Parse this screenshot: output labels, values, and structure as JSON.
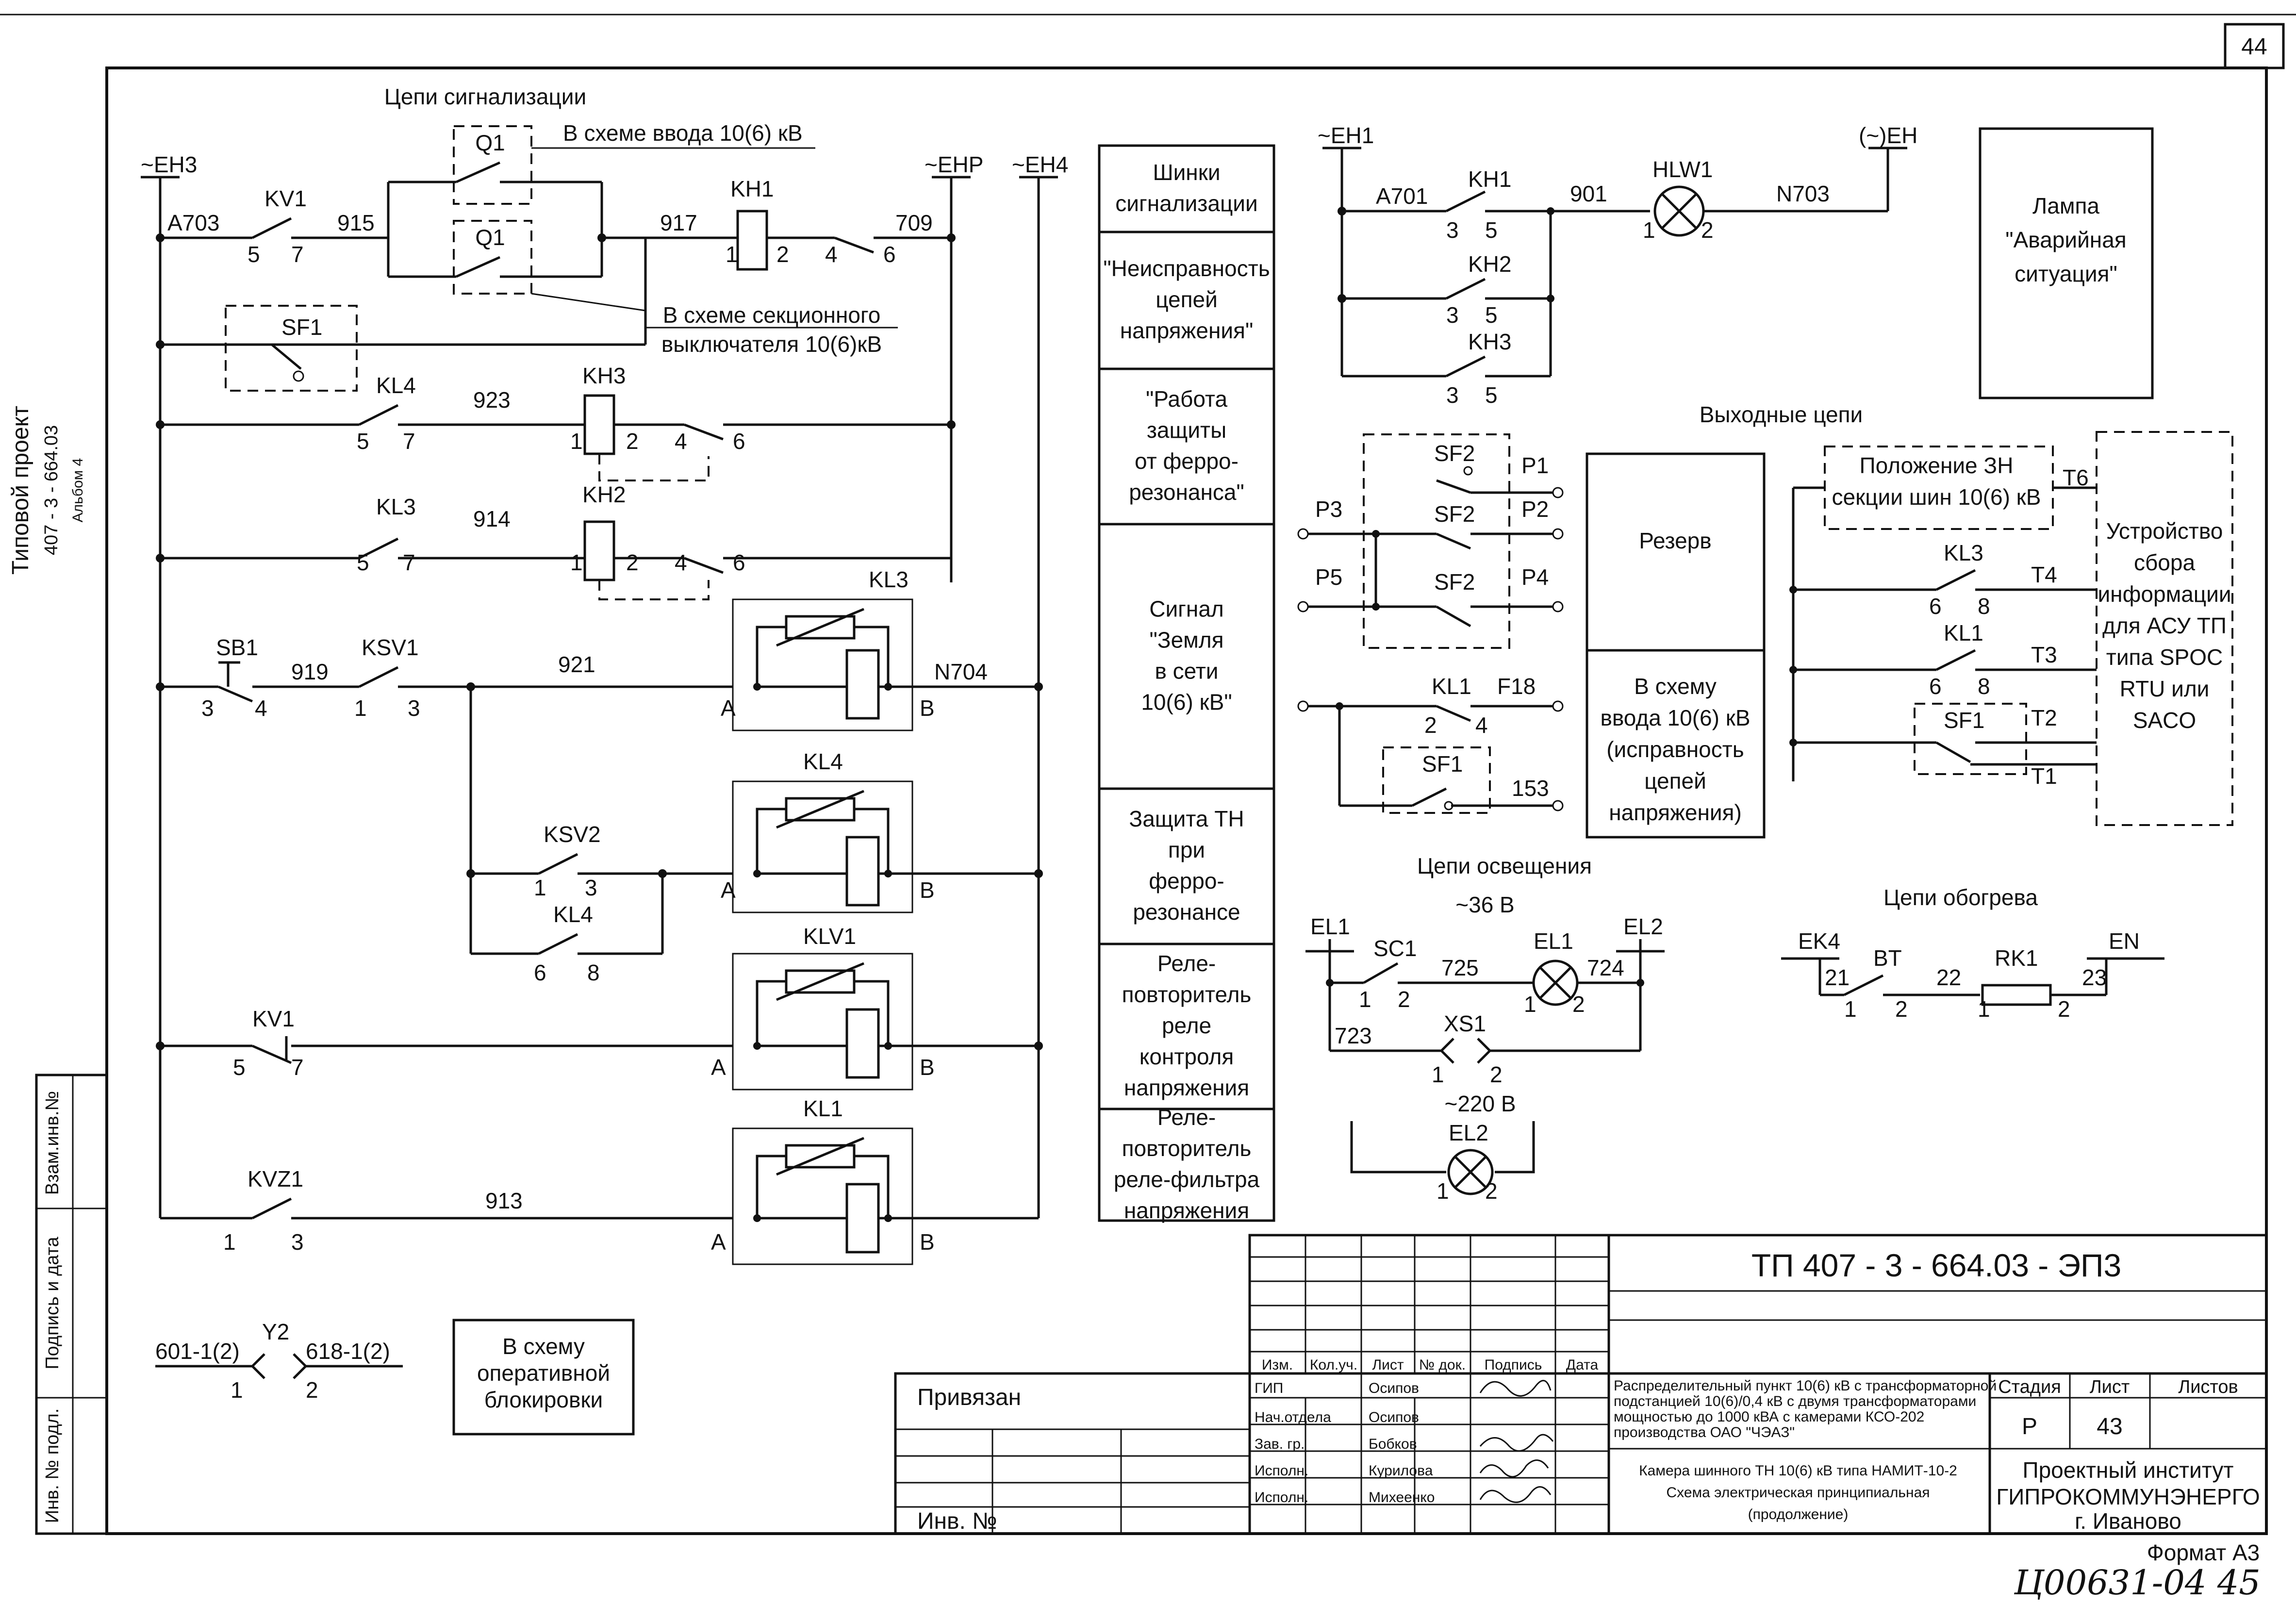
{
  "sheet": {
    "page_number": "44",
    "side_project": "Типовой проект",
    "side_code": "407 - 3 - 664.03",
    "side_album": "Альбом 4",
    "side_col1": "Взам.инв.№",
    "side_col2": "Подпись и дата",
    "side_col3": "Инв. № подл.",
    "format": "Формат А3",
    "handwritten": "Ц00631-04  45"
  },
  "sections": {
    "signal": "Цепи сигнализации",
    "output": "Выходные цепи",
    "lighting": "Цепи освещения",
    "heating": "Цепи обогрева"
  },
  "notes": {
    "input_scheme": "В схеме ввода 10(6) кВ",
    "sectional_line1": "В схеме секционного",
    "sectional_line2": "выключателя 10(6)кВ",
    "lighting_voltage1": "~36 В",
    "lighting_voltage2": "~220 В"
  },
  "buses": {
    "eh3": "~ЕН3",
    "ehp": "~ЕНР",
    "eh4": "~ЕН4",
    "eh1": "~ЕН1",
    "eh": "(~)ЕН"
  },
  "labels": {
    "A703": "А703",
    "KV1": "KV1",
    "n915": "915",
    "Q1": "Q1",
    "n917": "917",
    "KH1": "KH1",
    "n709": "709",
    "SF1": "SF1",
    "KL4": "KL4",
    "n923": "923",
    "KH3": "KH3",
    "KL3": "KL3",
    "n914": "914",
    "KH2": "KH2",
    "SB1": "SB1",
    "n919": "919",
    "KSV1": "KSV1",
    "n921": "921",
    "N704": "N704",
    "KSV2": "KSV2",
    "KLV1": "KLV1",
    "KL1": "KL1",
    "KVZ1": "KVZ1",
    "n913": "913",
    "A": "А",
    "B": "В",
    "n1": "1",
    "n2": "2",
    "n3": "3",
    "n4": "4",
    "n5": "5",
    "n6": "6",
    "n7": "7",
    "n8": "8",
    "A701": "А701",
    "n901": "901",
    "HLW1": "HLW1",
    "N703": "N703",
    "SF2": "SF2",
    "P1": "Р1",
    "P2": "Р2",
    "P3": "Р3",
    "P4": "Р4",
    "P5": "Р5",
    "F18": "F18",
    "n153": "153",
    "T1": "T1",
    "T2": "T2",
    "T3": "T3",
    "T4": "T4",
    "T6": "T6",
    "EL1": "EL1",
    "EL2": "EL2",
    "SC1": "SC1",
    "n725": "725",
    "n724": "724",
    "n723": "723",
    "XS1": "XS1",
    "EK4": "EK4",
    "BT": "BT",
    "n21": "21",
    "n22": "22",
    "RK1": "RK1",
    "n23": "23",
    "EN": "EN",
    "Y2": "Y2",
    "n601": "601-1(2)",
    "n618": "618-1(2)"
  },
  "legend": [
    {
      "lines": [
        "Шинки",
        "сигнализации"
      ]
    },
    {
      "lines": [
        "\"Неисправность",
        "цепей",
        "напряжения\""
      ]
    },
    {
      "lines": [
        "\"Работа",
        "защиты",
        "от ферро-",
        "резонанса\""
      ]
    },
    {
      "lines": [
        "Сигнал",
        "\"Земля",
        "в сети",
        "10(6) кВ\""
      ]
    },
    {
      "lines": [
        "Защита ТН",
        "при",
        "ферро-",
        "резонансе"
      ]
    },
    {
      "lines": [
        "Реле-",
        "повторитель",
        "реле",
        "контроля",
        "напряжения"
      ]
    },
    {
      "lines": [
        "Реле-",
        "повторитель",
        "реле-фильтра",
        "напряжения"
      ]
    }
  ],
  "boxes": {
    "lamp": [
      "Лампа",
      "\"Аварийная",
      "ситуация\""
    ],
    "reserve": "Резерв",
    "input_scheme": [
      "В схему",
      "ввода 10(6) кВ",
      "(исправность",
      "цепей",
      "напряжения)"
    ],
    "zn_position": [
      "Положение ЗН",
      "секции шин 10(6) кВ"
    ],
    "device": [
      "Устройство",
      "сбора",
      "информации",
      "для АСУ ТП",
      "типа SPOC",
      "RTU или",
      "SACO"
    ],
    "interlock": [
      "В схему",
      "оперативной",
      "блокировки"
    ]
  },
  "title_block": {
    "doc_code": "ТП  407 - 3 - 664.03 - ЭП3",
    "bound": "Привязан",
    "inv": "Инв. №",
    "headers": [
      "Изм.",
      "Кол.уч.",
      "Лист",
      "№ док.",
      "Подпись",
      "Дата"
    ],
    "roles": [
      {
        "role": "ГИП",
        "name": "Осипов"
      },
      {
        "role": "Нач.отдела",
        "name": "Осипов"
      },
      {
        "role": "Зав. гр.",
        "name": "Бобков"
      },
      {
        "role": "Исполн.",
        "name": "Курилова"
      },
      {
        "role": "Исполн.",
        "name": "Михеенко"
      }
    ],
    "description": [
      "Распределительный пункт 10(6) кВ с трансформаторной",
      "подстанцией 10(6)/0,4 кВ с двумя трансформаторами",
      "мощностью до 1000 кВА с камерами КСО-202",
      "производства ОАО \"ЧЭАЗ\""
    ],
    "sheet_title": [
      "Камера шинного ТН 10(6) кВ типа НАМИТ-10-2",
      "Схема электрическая принципиальная",
      "(продолжение)"
    ],
    "stage_label": "Стадия",
    "stage": "Р",
    "sheet_label": "Лист",
    "sheet": "43",
    "sheets_label": "Листов",
    "org": [
      "Проектный институт",
      "ГИПРОКОММУНЭНЕРГО",
      "г. Иваново"
    ]
  }
}
